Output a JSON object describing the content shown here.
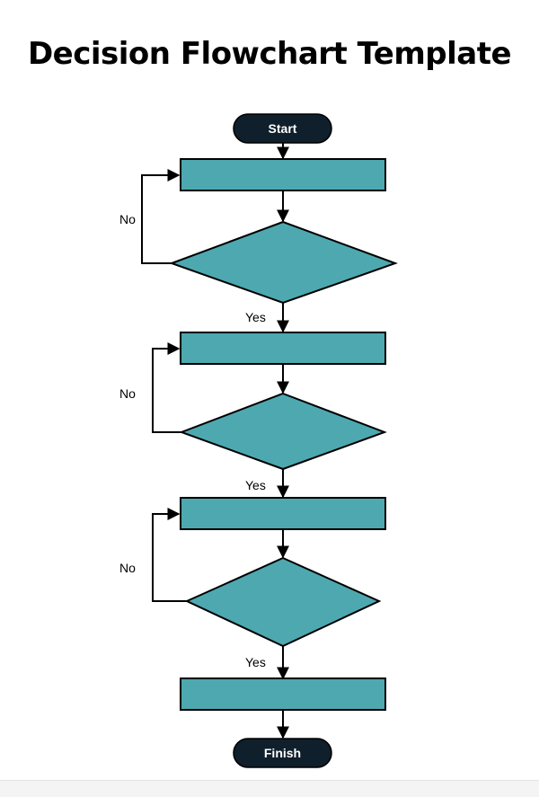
{
  "title": "Decision Flowchart Template",
  "colors": {
    "process_fill": "#4ea8b0",
    "decision_fill": "#4ea8b0",
    "terminal_fill": "#0f1f2b",
    "stroke": "#000000",
    "terminal_text": "#ffffff"
  },
  "nodes": {
    "start": {
      "label": "Start"
    },
    "finish": {
      "label": "Finish"
    },
    "process_1": {
      "label": ""
    },
    "process_2": {
      "label": ""
    },
    "process_3": {
      "label": ""
    },
    "process_4": {
      "label": ""
    },
    "decision_1": {
      "label": ""
    },
    "decision_2": {
      "label": ""
    },
    "decision_3": {
      "label": ""
    }
  },
  "edges": {
    "decision_1_yes": "Yes",
    "decision_1_no": "No",
    "decision_2_yes": "Yes",
    "decision_2_no": "No",
    "decision_3_yes": "Yes",
    "decision_3_no": "No"
  }
}
